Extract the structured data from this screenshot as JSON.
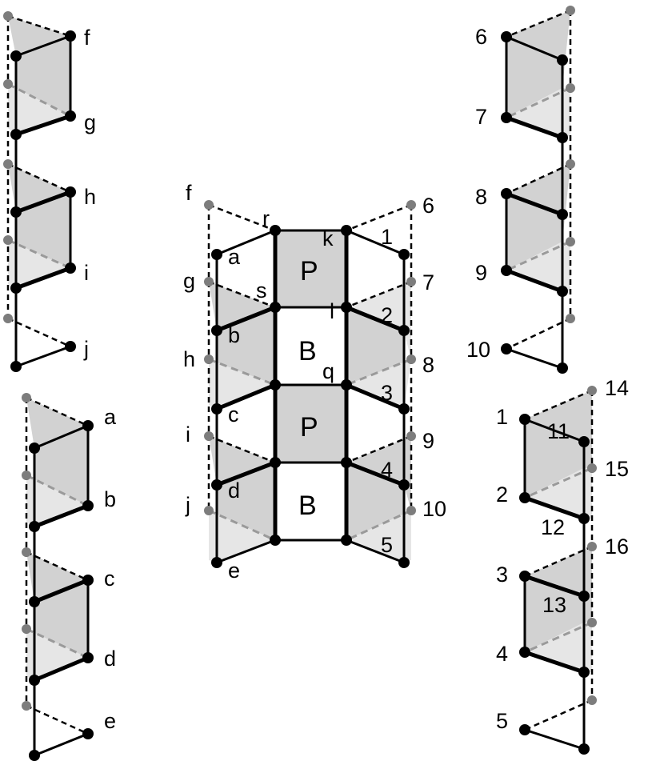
{
  "labels": {
    "f": "f",
    "g": "g",
    "h": "h",
    "i": "i",
    "j": "j",
    "a": "a",
    "b": "b",
    "c": "c",
    "d": "d",
    "e": "e",
    "r": "r",
    "s": "s",
    "k": "k",
    "l": "l",
    "q": "q",
    "n1": "1",
    "n2": "2",
    "n3": "3",
    "n4": "4",
    "n5": "5",
    "n6": "6",
    "n7": "7",
    "n8": "8",
    "n9": "9",
    "n10": "10",
    "n11": "11",
    "n12": "12",
    "n13": "13",
    "n14": "14",
    "n15": "15",
    "n16": "16",
    "P": "P",
    "B": "B"
  }
}
